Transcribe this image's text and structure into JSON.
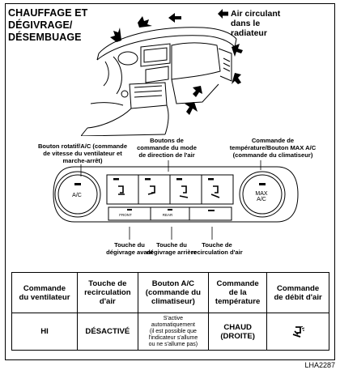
{
  "title": [
    "CHAUFFAGE ET",
    "DÉGIVRAGE/",
    "DÉSEMBUAGE"
  ],
  "legend": {
    "icon": "black-arrow-icon",
    "lines": [
      "Air circulant",
      "dans le",
      "radiateur"
    ]
  },
  "labels": {
    "rotary_knob": [
      "Bouton rotatif/A/C (commande",
      "de vitesse du ventilateur et",
      "marche-arrêt)"
    ],
    "mode_buttons": [
      "Boutons de",
      "commande du mode",
      "de direction de l'air"
    ],
    "temp_knob": [
      "Commande de",
      "température/Bouton MAX A/C",
      "(commande du climatiseur)"
    ],
    "front_defrost": [
      "Touche du",
      "dégivrage avant"
    ],
    "rear_defrost": [
      "Touche du",
      "dégivrage arrière"
    ],
    "recirc": [
      "Touche de",
      "recirculation d'air"
    ]
  },
  "panel": {
    "left_knob_text": "A/C",
    "right_knob_text": [
      "MAX",
      "A/C"
    ],
    "front_text": "FRONT",
    "rear_text": "REAR"
  },
  "table": {
    "headers": [
      [
        "Commande",
        "du ventilateur"
      ],
      [
        "Touche de",
        "recirculation",
        "d'air"
      ],
      [
        "Bouton A/C",
        "(commande du",
        "climatiseur)"
      ],
      [
        "Commande",
        "de la",
        "température"
      ],
      [
        "Commande",
        "de débit d'air"
      ]
    ],
    "values": {
      "fan": "HI",
      "recirc": "DÉSACTIVÉ",
      "ac": [
        "S'active",
        "automatiquement",
        "(il est possible que",
        "l'indicateur s'allume",
        "ou ne s'allume pas)"
      ],
      "temp": [
        "CHAUD",
        "(DROITE)"
      ],
      "airflow_icon": "floor-defrost-mode-icon"
    }
  },
  "code": "LHA2287"
}
